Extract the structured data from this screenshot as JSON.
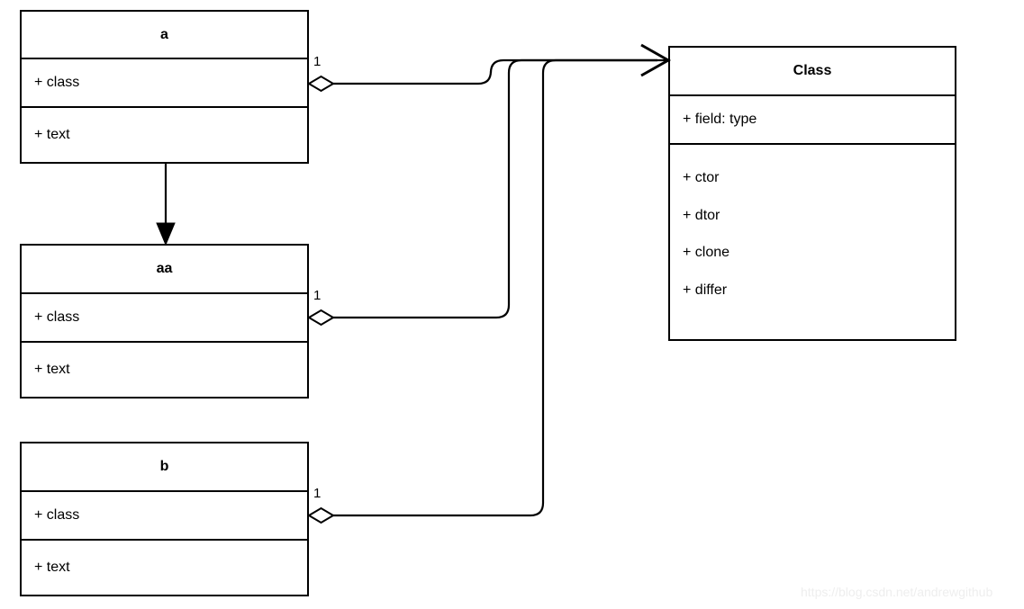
{
  "diagram": {
    "type": "uml-class-diagram",
    "background_color": "#ffffff",
    "line_color": "#000000",
    "classes": [
      {
        "id": "a",
        "name": "a",
        "fields": [
          "+ class"
        ],
        "methods": [
          "+ text"
        ]
      },
      {
        "id": "aa",
        "name": "aa",
        "fields": [
          "+ class"
        ],
        "methods": [
          "+ text"
        ]
      },
      {
        "id": "b",
        "name": "b",
        "fields": [
          "+ class"
        ],
        "methods": [
          "+ text"
        ]
      },
      {
        "id": "class",
        "name": "Class",
        "fields": [
          "+ field: type"
        ],
        "methods": [
          "+ ctor",
          "+ dtor",
          "+ clone",
          "+ differ"
        ]
      }
    ],
    "relationships": [
      {
        "id": "a-to-class",
        "kind": "aggregation",
        "source": "a",
        "target": "class",
        "source_multiplicity": "1",
        "source_marker": "hollow-diamond",
        "target_marker": "open-arrow"
      },
      {
        "id": "aa-to-class",
        "kind": "aggregation",
        "source": "aa",
        "target": "class",
        "source_multiplicity": "1",
        "source_marker": "hollow-diamond",
        "target_marker": "open-arrow"
      },
      {
        "id": "b-to-class",
        "kind": "aggregation",
        "source": "b",
        "target": "class",
        "source_multiplicity": "1",
        "source_marker": "hollow-diamond",
        "target_marker": "open-arrow"
      },
      {
        "id": "a-to-aa",
        "kind": "directed-association",
        "source": "a",
        "target": "aa",
        "source_multiplicity": "",
        "source_marker": "none",
        "target_marker": "filled-arrow"
      }
    ]
  },
  "watermark": {
    "text": "https://blog.csdn.net/andrewgithub"
  }
}
